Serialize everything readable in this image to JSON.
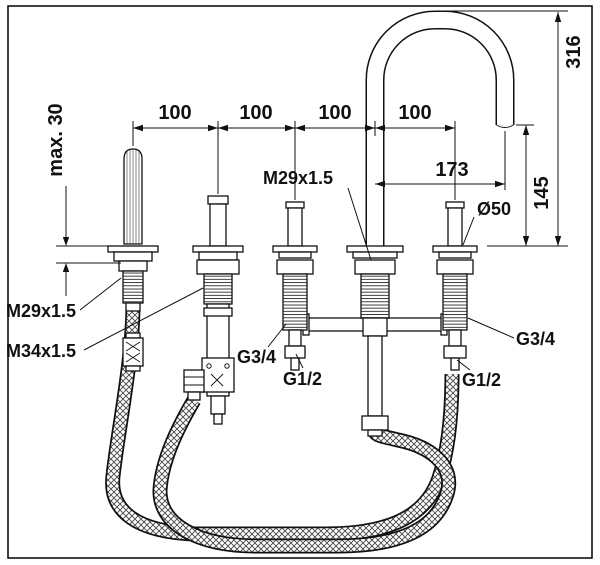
{
  "drawing": {
    "dim_spacing": [
      "100",
      "100",
      "100",
      "100"
    ],
    "dim_max_deck": "max. 30",
    "dim_height": "316",
    "dim_projection": "173",
    "dim_outlet_height": "145",
    "dim_diameter": "Ø50",
    "thread_spout": "M29x1.5",
    "thread_handshower": "M29x1.5",
    "thread_valve": "M34x1.5",
    "conn_left_inlet": "G3/4",
    "conn_left_outlet": "G1/2",
    "conn_right_inlet": "G3/4",
    "conn_right_outlet": "G1/2"
  }
}
